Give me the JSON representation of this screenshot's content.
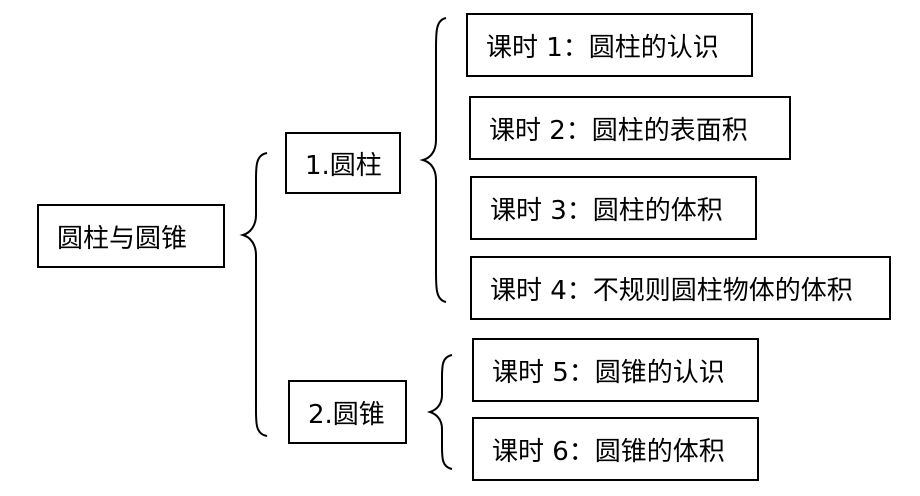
{
  "root": {
    "label": "圆柱与圆锥"
  },
  "branches": [
    {
      "label": "1.圆柱",
      "lessons": [
        "课时 1：圆柱的认识",
        "课时 2：圆柱的表面积",
        "课时 3：圆柱的体积",
        "课时 4：不规则圆柱物体的体积"
      ]
    },
    {
      "label": "2.圆锥",
      "lessons": [
        "课时 5：圆锥的认识",
        "课时 6：圆锥的体积"
      ]
    }
  ]
}
